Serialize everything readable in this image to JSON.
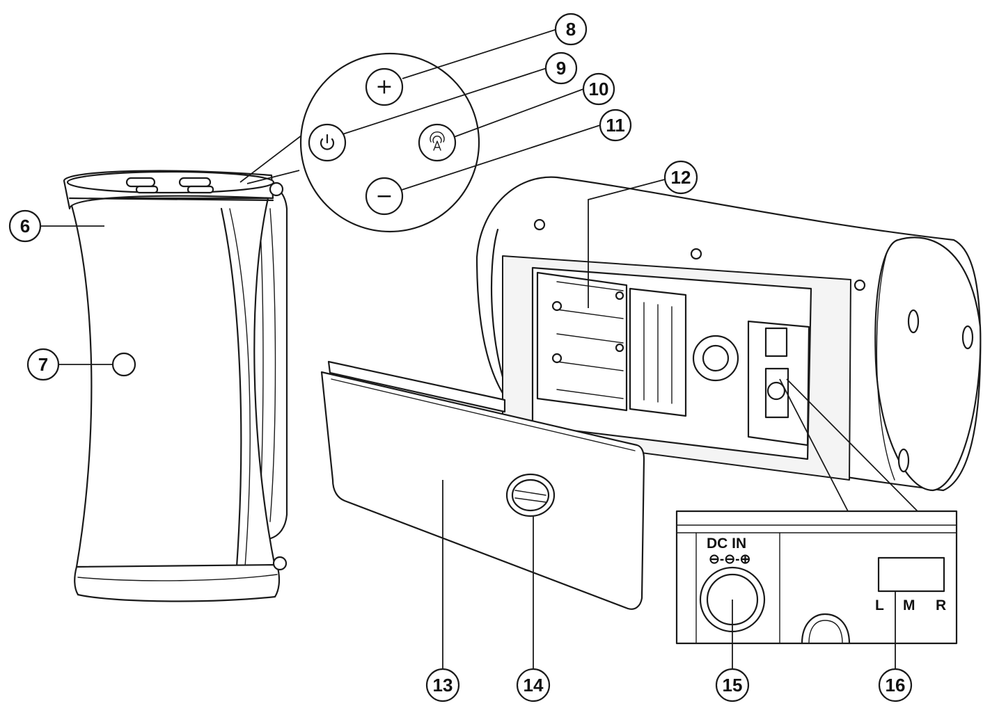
{
  "callouts": {
    "c6": "6",
    "c7": "7",
    "c8": "8",
    "c9": "9",
    "c10": "10",
    "c11": "11",
    "c12": "12",
    "c13": "13",
    "c14": "14",
    "c15": "15",
    "c16": "16"
  },
  "buttons": {
    "plus": "+",
    "power": "⏻",
    "minus": "−"
  },
  "panel": {
    "dc_in": "DC IN",
    "polarity": "⊖-⊖-⊕",
    "switch_l": "L",
    "switch_m": "M",
    "switch_r": "R"
  },
  "icons": [
    "plus-icon",
    "power-icon",
    "bluetooth-pairing-icon",
    "minus-icon",
    "dc-polarity-icon"
  ]
}
